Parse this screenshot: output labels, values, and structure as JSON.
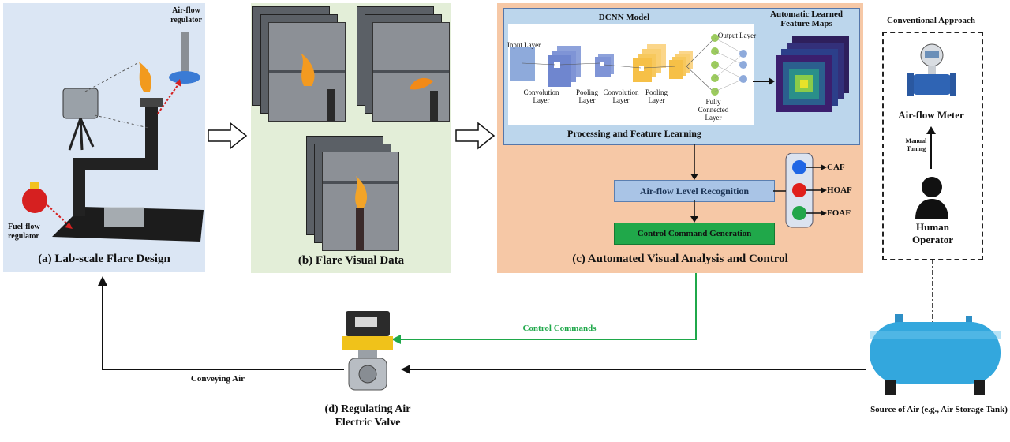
{
  "panel_a": {
    "caption": "(a) Lab-scale Flare Design",
    "air_flow_regulator": "Air-flow regulator",
    "fuel_flow_regulator": "Fuel-flow regulator"
  },
  "panel_b": {
    "caption": "(b) Flare Visual Data"
  },
  "panel_c": {
    "caption": "(c) Automated Visual Analysis and Control",
    "model_title": "DCNN Model",
    "processing_label": "Processing and Feature Learning",
    "feature_maps_label": "Automatic Learned Feature Maps",
    "layers": {
      "input": "Input Layer",
      "conv1": "Convolution Layer",
      "pool1": "Pooling Layer",
      "conv2": "Convolution Layer",
      "pool2": "Pooling Layer",
      "fc": "Fully Connected Layer",
      "output": "Output Layer"
    },
    "recognition_label": "Air-flow Level Recognition",
    "control_label": "Control Command Generation",
    "classes": [
      {
        "name": "CAF",
        "color": "#1f66e5"
      },
      {
        "name": "HOAF",
        "color": "#e0201c"
      },
      {
        "name": "FOAF",
        "color": "#22a64a"
      }
    ]
  },
  "conventional": {
    "title": "Conventional Approach",
    "meter_label": "Air-flow Meter",
    "manual_tuning": "Manual Tuning",
    "operator_label": "Human Operator"
  },
  "valve": {
    "caption": "(d) Regulating Air Electric Valve"
  },
  "flows": {
    "control_commands": "Control Commands",
    "conveying_air": "Conveying Air"
  },
  "tank": {
    "caption": "Source of Air (e.g., Air Storage Tank)"
  },
  "colors": {
    "green_arrow": "#1fa84a",
    "panel_a_bg": "#dbe6f4",
    "panel_b_bg": "#e3eed8",
    "panel_c_bg": "#f6c8a6"
  }
}
